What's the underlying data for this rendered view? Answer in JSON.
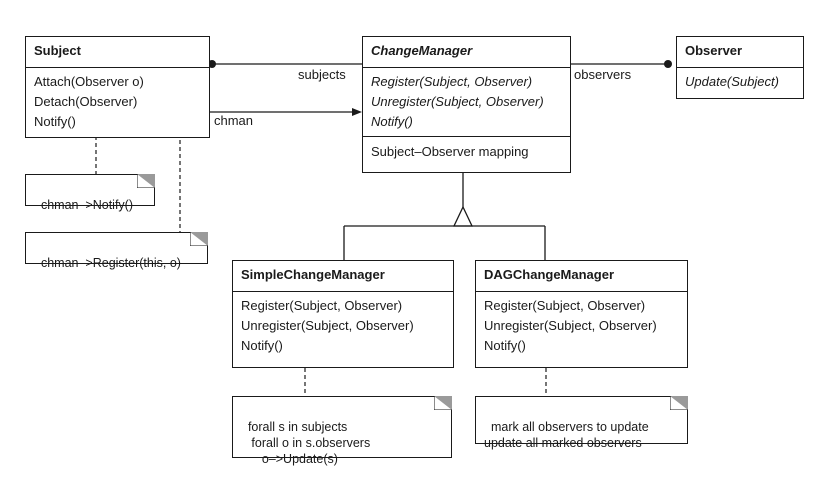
{
  "classes": {
    "subject": {
      "name": "Subject",
      "ops": [
        "Attach(Observer o)",
        "Detach(Observer)",
        "Notify()"
      ]
    },
    "change_manager": {
      "name": "ChangeManager",
      "ops": [
        "Register(Subject, Observer)",
        "Unregister(Subject, Observer)",
        "Notify()"
      ],
      "attrs": [
        "Subject–Observer mapping"
      ]
    },
    "observer": {
      "name": "Observer",
      "ops": [
        "Update(Subject)"
      ]
    },
    "simple_change_manager": {
      "name": "SimpleChangeManager",
      "ops": [
        "Register(Subject, Observer)",
        "Unregister(Subject, Observer)",
        "Notify()"
      ]
    },
    "dag_change_manager": {
      "name": "DAGChangeManager",
      "ops": [
        "Register(Subject, Observer)",
        "Unregister(Subject, Observer)",
        "Notify()"
      ]
    }
  },
  "notes": {
    "subject_notify": "chman–>Notify()",
    "subject_attach": "chman–>Register(this, o)",
    "simple_notify": "forall s in subjects\n   forall o in s.observers\n      o–>Update(s)",
    "dag_notify": "mark all observers to update\nupdate all marked observers"
  },
  "associations": {
    "subjects": "subjects",
    "chman": "chman",
    "observers": "observers"
  }
}
